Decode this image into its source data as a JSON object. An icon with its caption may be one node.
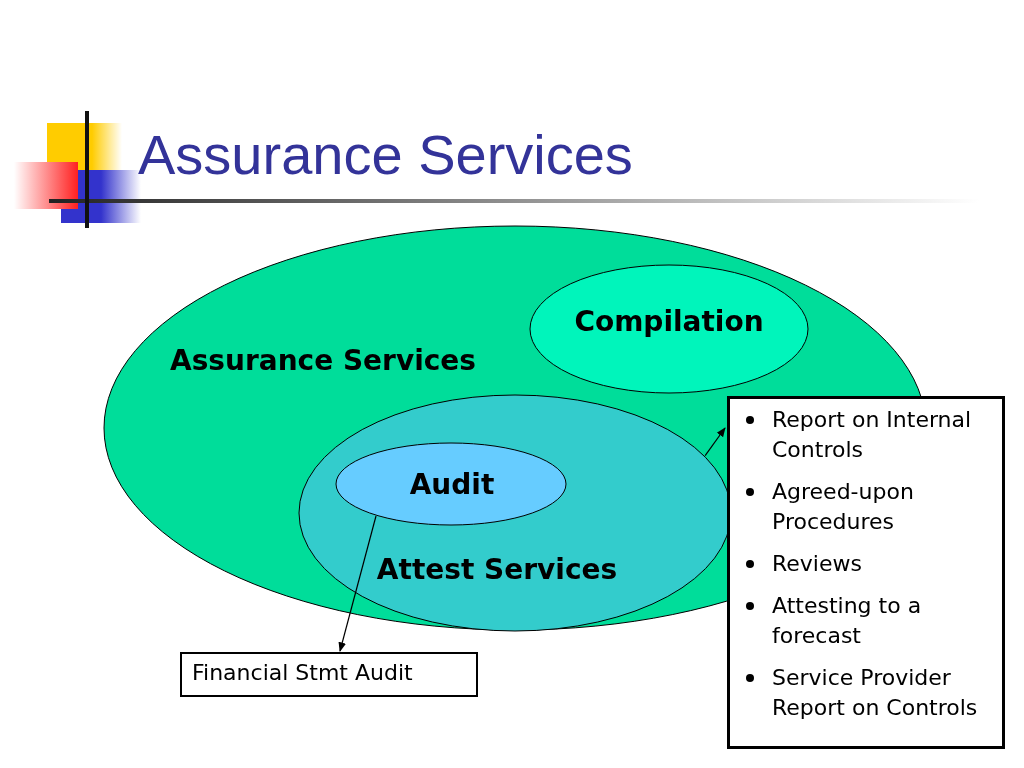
{
  "diagram": {
    "title": "Assurance Services",
    "nodes": [
      {
        "text": [
          "Assurance Services"
        ]
      },
      {
        "text": [
          "Compilation"
        ],
        "in": 0
      },
      {
        "text": [
          "Attest Services"
        ],
        "in": 0
      },
      {
        "text": [
          "Audit"
        ],
        "in": 2
      },
      {
        "text": [
          "Financial Stmt Audit"
        ]
      },
      {
        "text": [
          "Report on Internal Controls",
          "Agreed-upon Procedures",
          "Reviews",
          "Attesting to a forecast",
          "Service Provider Report on Controls"
        ]
      }
    ],
    "edges": [
      {
        "from": 3,
        "to": 4,
        "arrow": "to"
      },
      {
        "from": 2,
        "to": 5,
        "arrow": "to"
      }
    ]
  }
}
